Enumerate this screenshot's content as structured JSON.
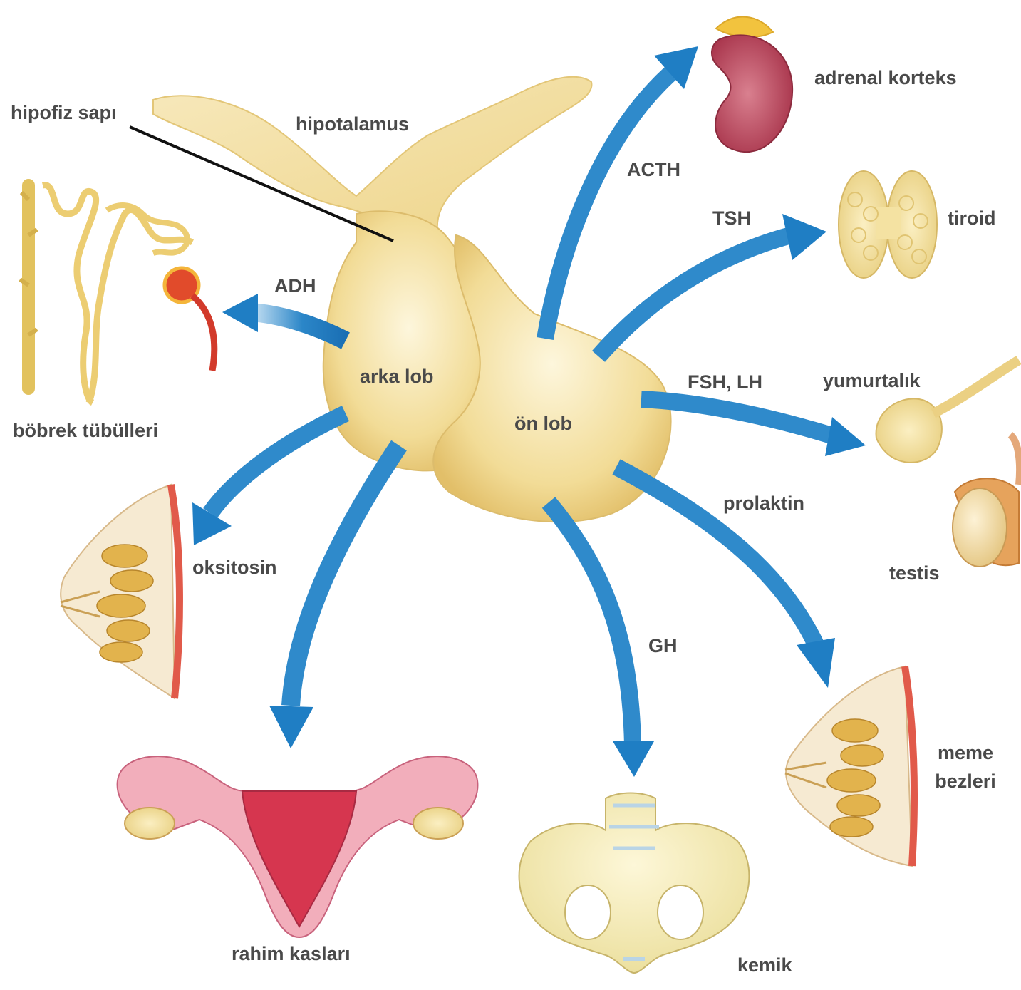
{
  "labels": {
    "hypothalamus": "hipotalamus",
    "pituitary_stalk": "hipofiz sapı",
    "posterior_lobe": "arka lob",
    "anterior_lobe": "ön lob",
    "adh": "ADH",
    "acth": "ACTH",
    "tsh": "TSH",
    "fsh_lh": "FSH, LH",
    "prolactin": "prolaktin",
    "oxytocin": "oksitosin",
    "gh": "GH",
    "kidney_tubules": "böbrek tübülleri",
    "adrenal_cortex": "adrenal korteks",
    "thyroid": "tiroid",
    "ovary": "yumurtalık",
    "testis": "testis",
    "uterine_muscles": "rahim kasları",
    "bone": "kemik",
    "mammary_glands_line1": "meme",
    "mammary_glands_line2": "bezleri"
  },
  "colors": {
    "arrow": "#1f7ec4",
    "arrow_light": "#a9d3ef",
    "gland": "#f0d98a",
    "tissue_pink": "#e9849a",
    "kidney_red": "#b8435a",
    "label": "#4a4a4a"
  }
}
